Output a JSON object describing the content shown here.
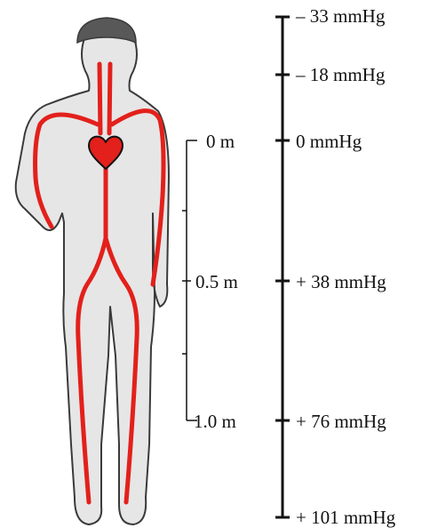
{
  "colors": {
    "body_fill": "#e6e6e6",
    "body_outline": "#3a3a3a",
    "cap": "#585858",
    "vessel": "#e3201b",
    "heart": "#e3201b",
    "scale": "#111111"
  },
  "height_scale": {
    "labels": [
      "0 m",
      "0.5 m",
      "1.0 m"
    ]
  },
  "pressure_scale": {
    "labels": [
      "– 33 mmHg",
      "– 18 mmHg",
      "0 mmHg",
      "+ 38 mmHg",
      "+ 76 mmHg",
      "+ 101 mmHg"
    ]
  }
}
